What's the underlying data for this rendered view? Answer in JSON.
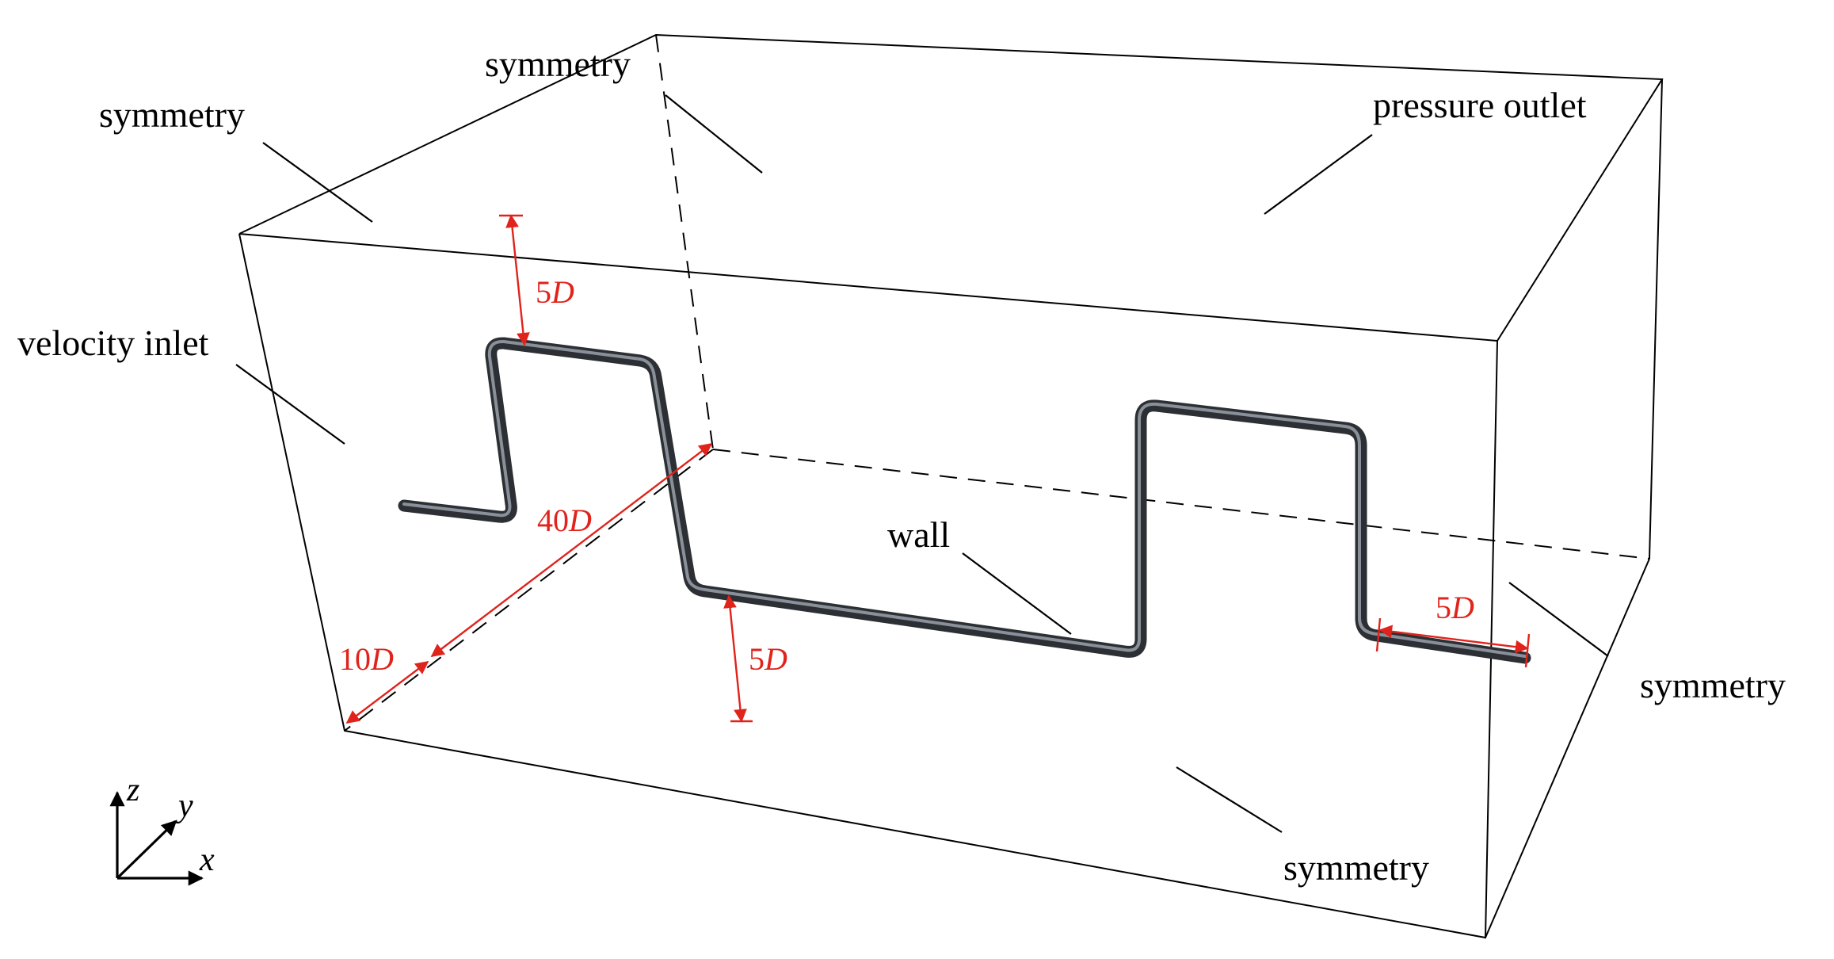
{
  "colors": {
    "dimension": "#e0231b",
    "pipe": "#2c2f33",
    "lines": "#000000"
  },
  "labels": {
    "symmetry_left_top": "symmetry",
    "symmetry_back": "symmetry",
    "pressure_outlet": "pressure outlet",
    "velocity_inlet": "velocity inlet",
    "wall": "wall",
    "symmetry_right": "symmetry",
    "symmetry_bottom": "symmetry"
  },
  "dimensions": {
    "top_clearance": {
      "value": "5",
      "unit": "D"
    },
    "length_40": {
      "value": "40",
      "unit": "D"
    },
    "inlet_10": {
      "value": "10",
      "unit": "D"
    },
    "bottom_clearance": {
      "value": "5",
      "unit": "D"
    },
    "outlet_5": {
      "value": "5",
      "unit": "D"
    }
  },
  "axes": {
    "z": "z",
    "y": "y",
    "x": "x"
  }
}
